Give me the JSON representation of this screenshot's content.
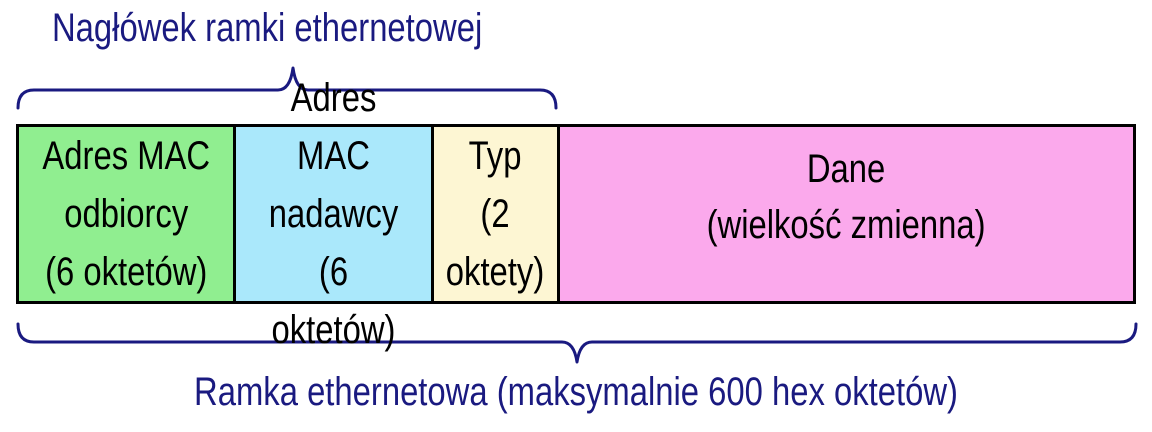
{
  "header_caption": "Nagłówek ramki ethernetowej",
  "frame_caption": "Ramka ethernetowa (maksymalnie 600 hex oktetów)",
  "fields": [
    {
      "label": "Adres MAC\nodbiorcy\n(6 oktetów)",
      "color": "#90ee90"
    },
    {
      "label": "Adres MAC\nnadawcy\n(6 oktetów)",
      "color": "#aae8fb"
    },
    {
      "label": "Typ\n(2\noktety)",
      "color": "#fdf6d3"
    },
    {
      "label": "Dane\n(wielkość zmienna)",
      "color": "#fba9ec"
    }
  ],
  "colors": {
    "caption": "#1a1a80",
    "brace": "#1a1a80",
    "border": "#000000"
  }
}
